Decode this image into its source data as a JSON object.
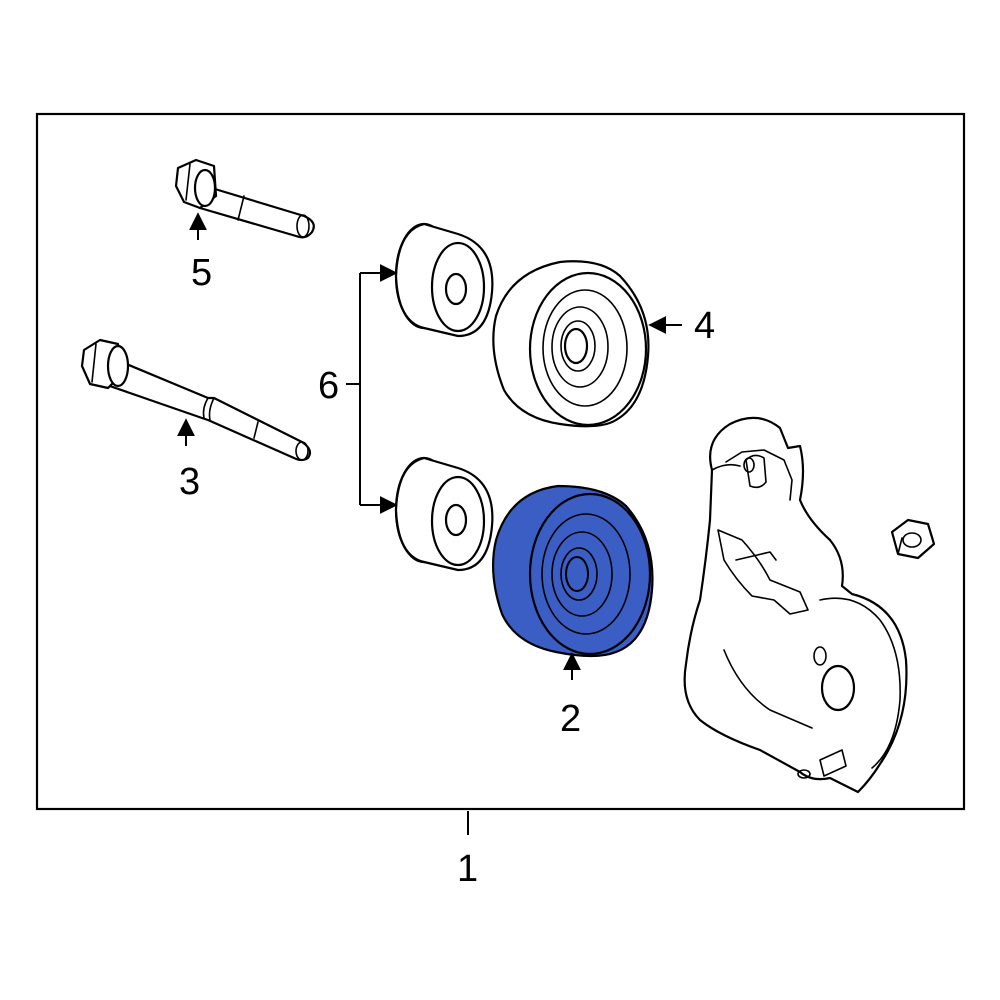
{
  "diagram": {
    "highlight_color": "#3a5ec4",
    "line_color": "#000000",
    "callouts": {
      "c1": "1",
      "c2": "2",
      "c3": "3",
      "c4": "4",
      "c5": "5",
      "c6": "6"
    }
  }
}
